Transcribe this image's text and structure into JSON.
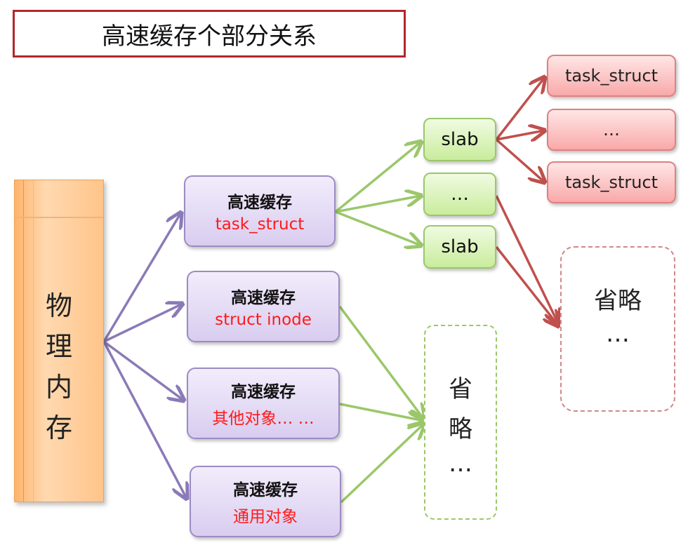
{
  "title": "高速缓存个部分关系",
  "memory": {
    "chars": [
      "物",
      "理",
      "内",
      "存"
    ]
  },
  "caches": [
    {
      "line1": "高速缓存",
      "line2": "task_struct"
    },
    {
      "line1": "高速缓存",
      "line2": "struct inode"
    },
    {
      "line1": "高速缓存",
      "line2": "其他对象… …"
    },
    {
      "line1": "高速缓存",
      "line2": "通用对象"
    }
  ],
  "slabs": [
    "slab",
    "…",
    "slab"
  ],
  "objects": [
    "task_struct",
    "…",
    "task_struct"
  ],
  "omit_middle": {
    "line1": "省",
    "line2": "略",
    "line3": "…"
  },
  "omit_right": {
    "line1": "省略",
    "line2": "…"
  },
  "colors": {
    "purple_arrow": "#8b7ab8",
    "green_arrow": "#9bc76a",
    "red_arrow": "#c0504d",
    "red_text": "#ff1a1a"
  }
}
